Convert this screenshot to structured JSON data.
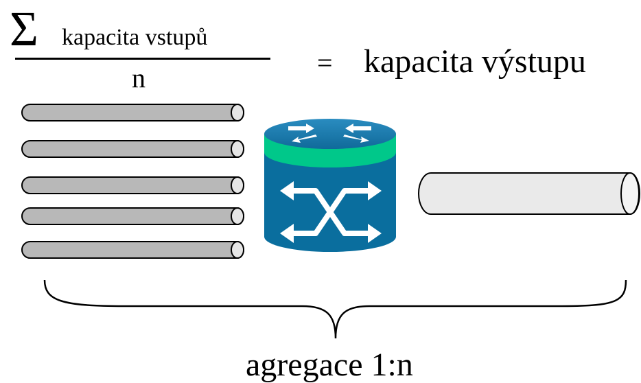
{
  "formula": {
    "sigma": "Σ",
    "numerator": "kapacita vstupů",
    "denominator": "n",
    "equals": "=",
    "result": "kapacita výstupu"
  },
  "caption": "agregace 1:n",
  "diagram": {
    "input_links": 5,
    "output_links": 1,
    "colors": {
      "input_pipe": "#b8b8b8",
      "output_pipe": "#eaeaea",
      "router_top": "#1a78a8",
      "router_band": "#00c88a",
      "router_body": "#0a6e9e"
    },
    "icons": [
      "pipe-icon",
      "router-icon",
      "brace-icon"
    ]
  }
}
